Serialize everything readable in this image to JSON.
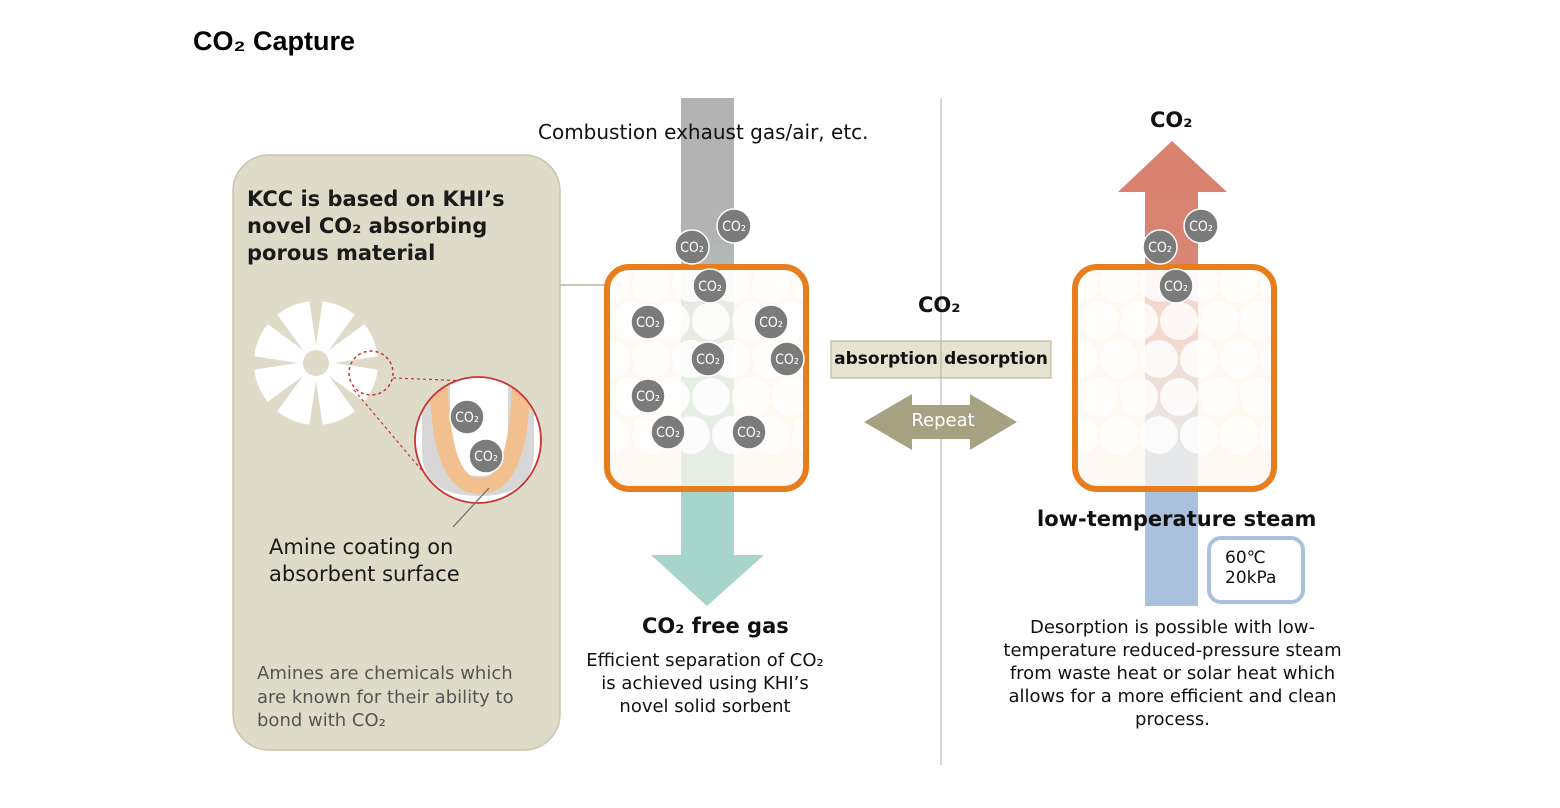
{
  "title": "CO₂ Capture",
  "panel": {
    "heading": "KCC is based on KHI’s\nnovel CO₂ absorbing\nporous material",
    "coating_label": "Amine coating on\nabsorbent surface",
    "note": "Amines are chemicals which\nare known for their ability to\nbond with CO₂"
  },
  "absorption": {
    "inlet_label": "Combustion exhaust gas/air, etc.",
    "outlet_label": "CO₂ free gas",
    "description": "Efficient separation of CO₂ is achieved using KHI’s novel solid sorbent"
  },
  "middle": {
    "co2_label": "CO₂",
    "absorption_label": "absorption",
    "desorption_label": "desorption",
    "repeat_label": "Repeat"
  },
  "desorption": {
    "outlet_label": "CO₂",
    "steam_label": "low-temperature steam",
    "steam_conditions": "60℃\n20kPa",
    "description": "Desorption is possible with low-temperature reduced-pressure steam from waste heat or solar heat which allows for a more efficient and clean process."
  },
  "molecule_label": "CO₂",
  "colors": {
    "panel_fill": "#dedbc8",
    "sorbent_border": "#e87d1e",
    "co2_molecule": "#7b7b7b",
    "inlet_gas": "#b1b1b1",
    "clean_gas": "#a8d5cb",
    "co2_out": "#da7f6e",
    "steam": "#a9c1dd",
    "repeat_arrow": "#a6a281",
    "coating": "#f2c08e"
  }
}
